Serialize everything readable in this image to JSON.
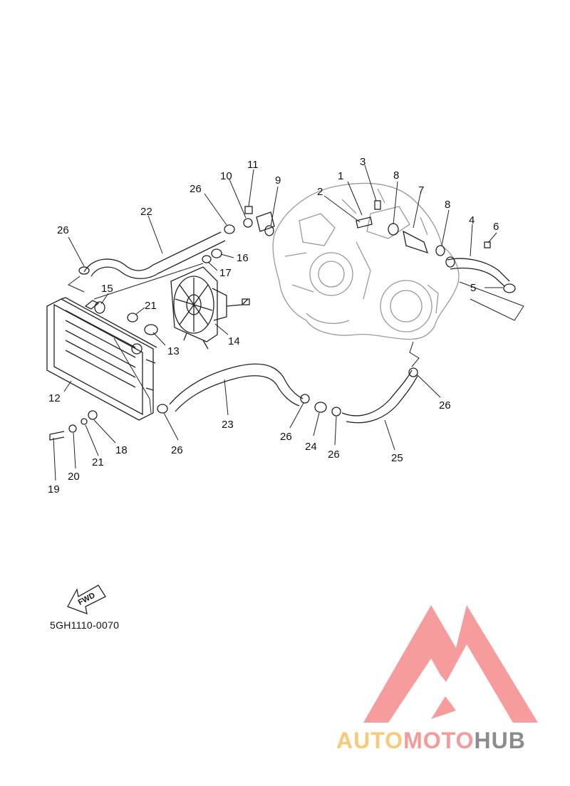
{
  "diagram": {
    "callouts": [
      {
        "id": "c1",
        "label": "1"
      },
      {
        "id": "c2",
        "label": "2"
      },
      {
        "id": "c3",
        "label": "3"
      },
      {
        "id": "c4",
        "label": "4"
      },
      {
        "id": "c5",
        "label": "5"
      },
      {
        "id": "c6",
        "label": "6"
      },
      {
        "id": "c7",
        "label": "7"
      },
      {
        "id": "c8a",
        "label": "8"
      },
      {
        "id": "c8b",
        "label": "8"
      },
      {
        "id": "c9",
        "label": "9"
      },
      {
        "id": "c10",
        "label": "10"
      },
      {
        "id": "c11",
        "label": "11"
      },
      {
        "id": "c12",
        "label": "12"
      },
      {
        "id": "c13",
        "label": "13"
      },
      {
        "id": "c14",
        "label": "14"
      },
      {
        "id": "c15",
        "label": "15"
      },
      {
        "id": "c16",
        "label": "16"
      },
      {
        "id": "c17",
        "label": "17"
      },
      {
        "id": "c18",
        "label": "18"
      },
      {
        "id": "c19",
        "label": "19"
      },
      {
        "id": "c20",
        "label": "20"
      },
      {
        "id": "c21a",
        "label": "21"
      },
      {
        "id": "c21b",
        "label": "21"
      },
      {
        "id": "c22",
        "label": "22"
      },
      {
        "id": "c23",
        "label": "23"
      },
      {
        "id": "c24",
        "label": "24"
      },
      {
        "id": "c25",
        "label": "25"
      },
      {
        "id": "c26a",
        "label": "26"
      },
      {
        "id": "c26b",
        "label": "26"
      },
      {
        "id": "c26c",
        "label": "26"
      },
      {
        "id": "c26d",
        "label": "26"
      },
      {
        "id": "c26e",
        "label": "26"
      },
      {
        "id": "c26f",
        "label": "26"
      }
    ],
    "fwd_label": "FWD",
    "diagram_code": "5GH1110-0070"
  },
  "watermark": {
    "part1": "AUTO",
    "part2": "MOTO",
    "part3": "HUB",
    "colors": {
      "auto": "#f9c97a",
      "moto": "#f59a9a",
      "hub": "#8c8c8c",
      "logo": "#f58b8b"
    }
  }
}
